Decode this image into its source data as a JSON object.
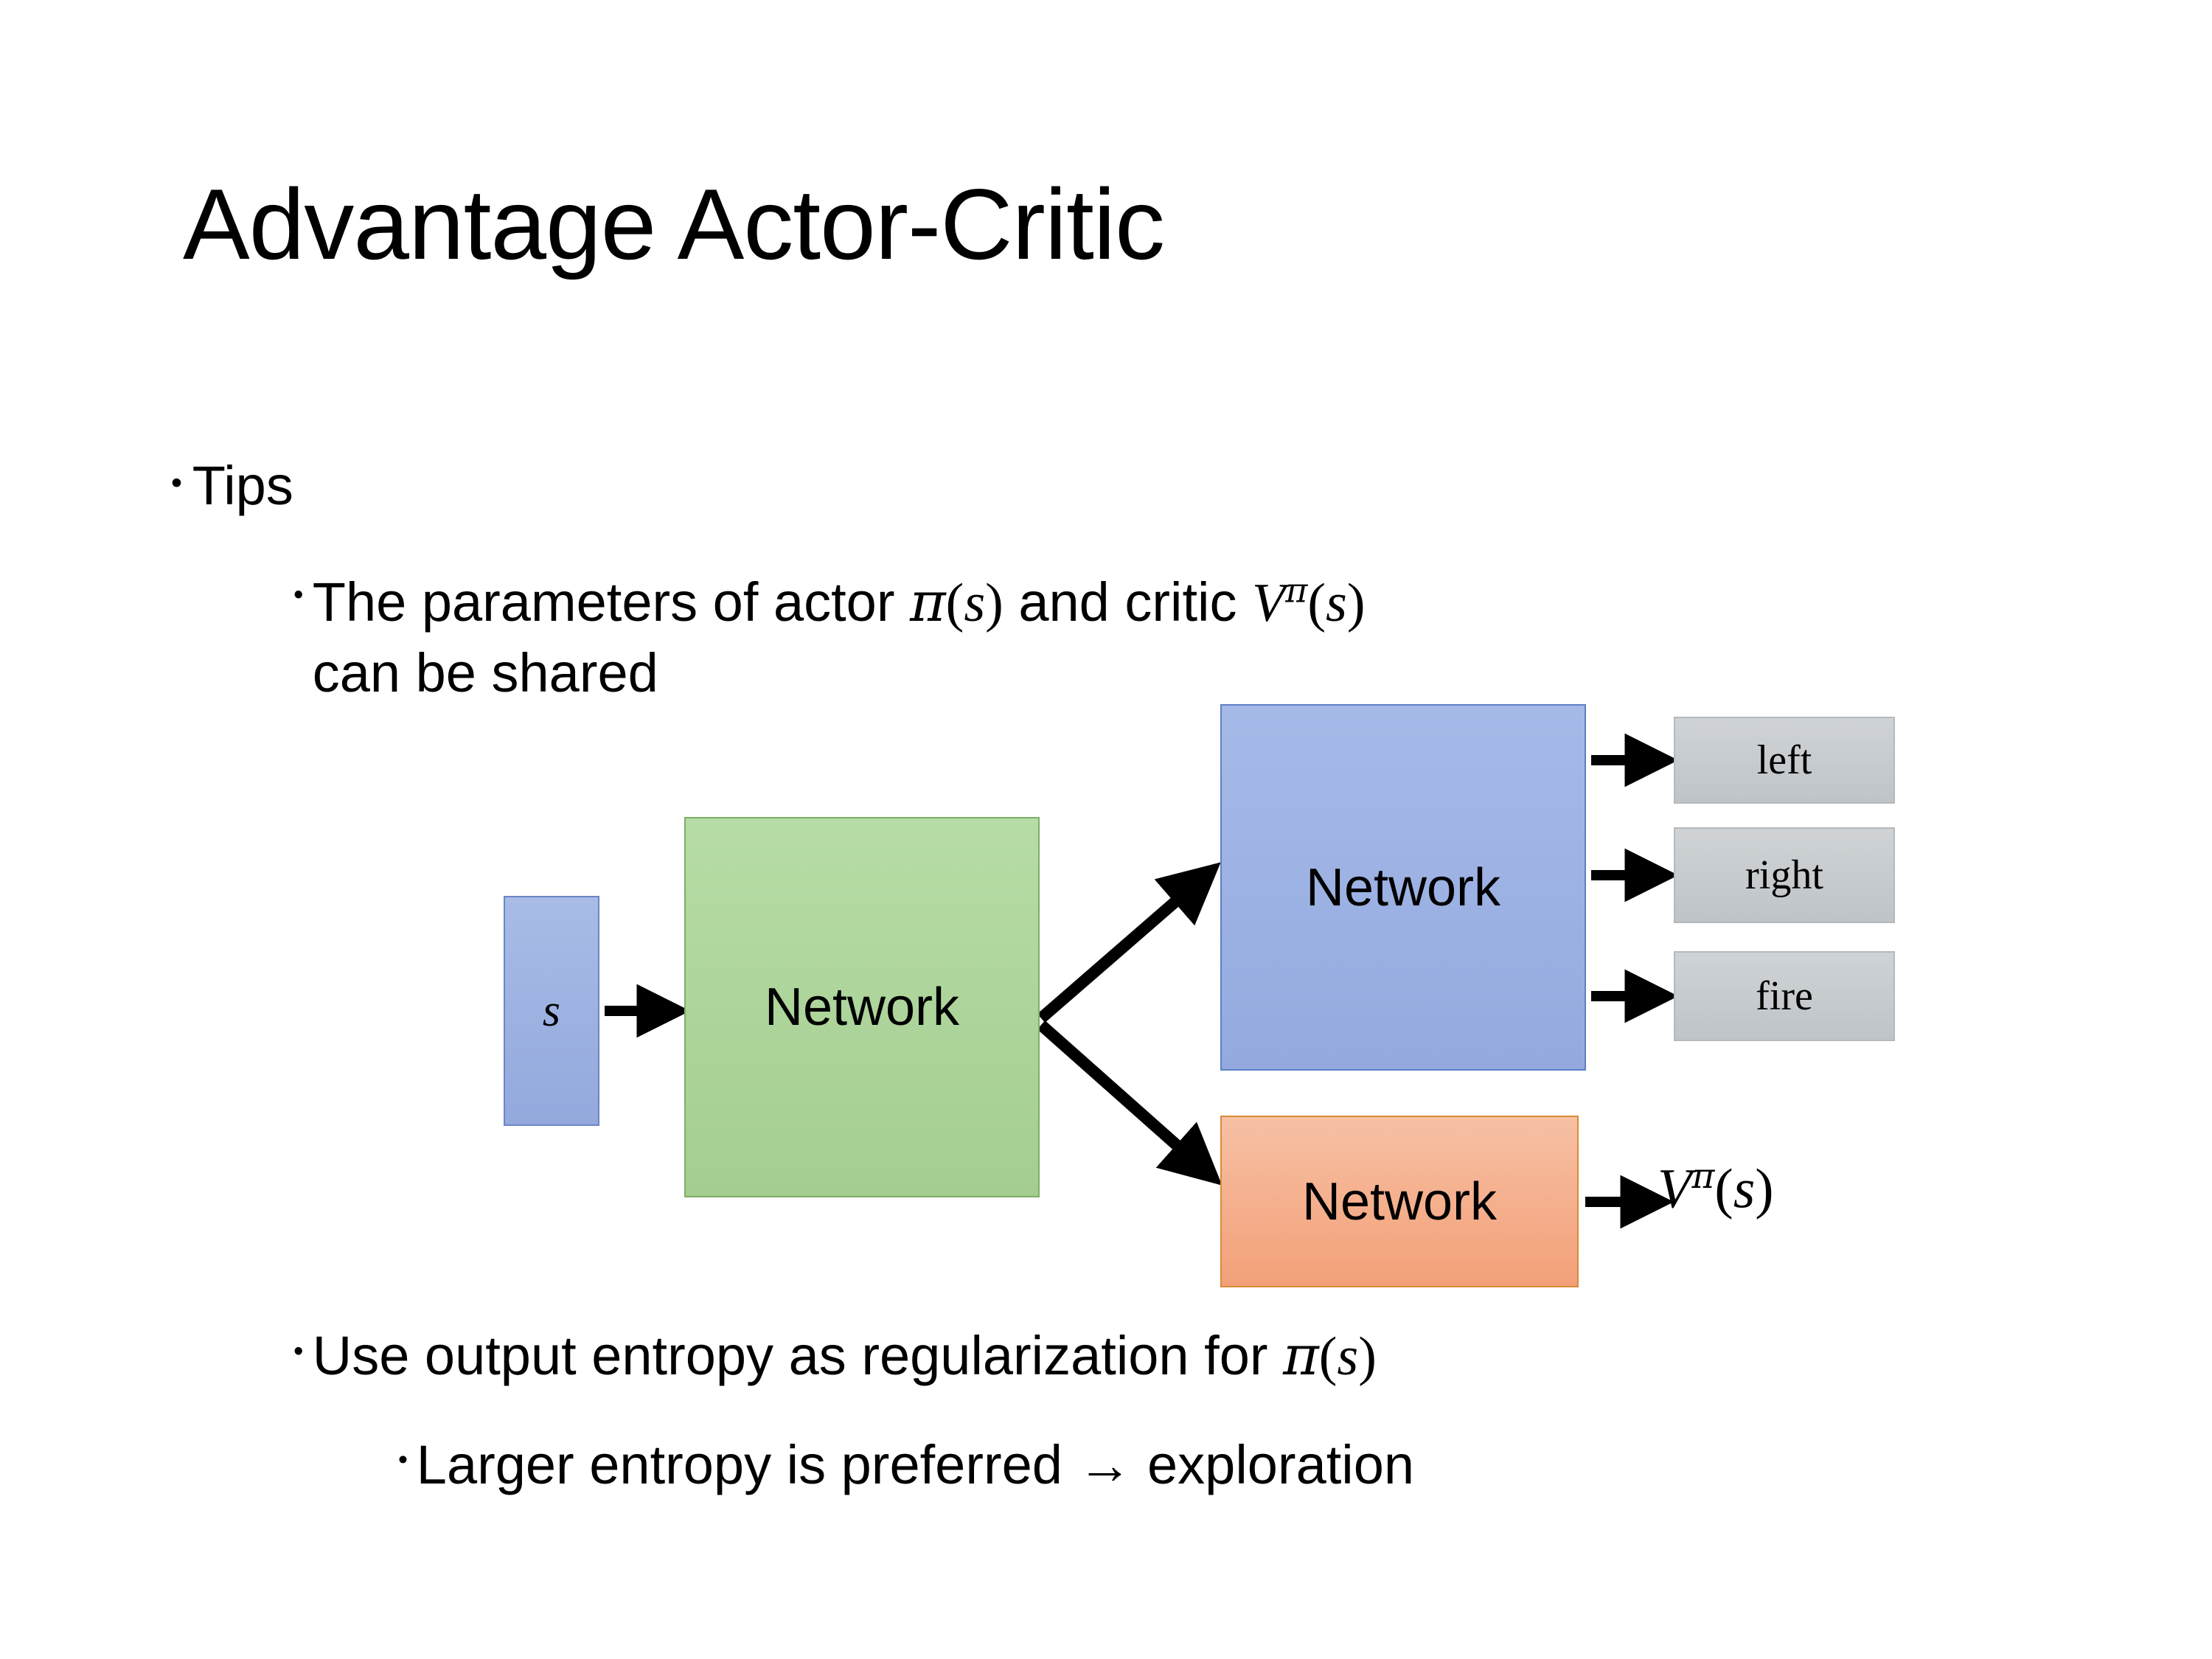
{
  "slide": {
    "title": "Advantage Actor-Critic",
    "background_color": "#ffffff"
  },
  "bullets": {
    "tips": {
      "marker": "•",
      "text": "Tips"
    },
    "shared": {
      "marker": "•",
      "line1_pre": "The parameters of actor ",
      "math_actor_pi": "π",
      "math_actor_open": "(",
      "math_actor_var": "s",
      "math_actor_close": ")",
      "line1_mid": "  and critic ",
      "math_critic_V": "V",
      "math_critic_sup": "π",
      "math_critic_open": "(",
      "math_critic_var": "s",
      "math_critic_close": ")",
      "line2": "can be shared"
    },
    "entropy": {
      "marker": "•",
      "text_pre": "Use output entropy as regularization for ",
      "math_pi": "π",
      "math_open": "(",
      "math_var": "s",
      "math_close": ")"
    },
    "larger_entropy": {
      "marker": "•",
      "text": "Larger entropy is preferred → exploration"
    }
  },
  "diagram": {
    "input_state_label": "s",
    "shared_network_label": "Network",
    "actor_network_label": "Network",
    "critic_network_label": "Network",
    "actions": [
      {
        "label": "left"
      },
      {
        "label": "right"
      },
      {
        "label": "fire"
      }
    ],
    "critic_output": {
      "symbol": "V",
      "superscript": "π",
      "open_paren": "(",
      "variable": "s",
      "close_paren": ")"
    },
    "colors": {
      "input_state": "#9cb1e0",
      "shared_network": "#aed69b",
      "actor_network": "#9cb1e0",
      "critic_network": "#f4a97f",
      "action_box": "#c6cbce",
      "arrow": "#000000"
    }
  }
}
